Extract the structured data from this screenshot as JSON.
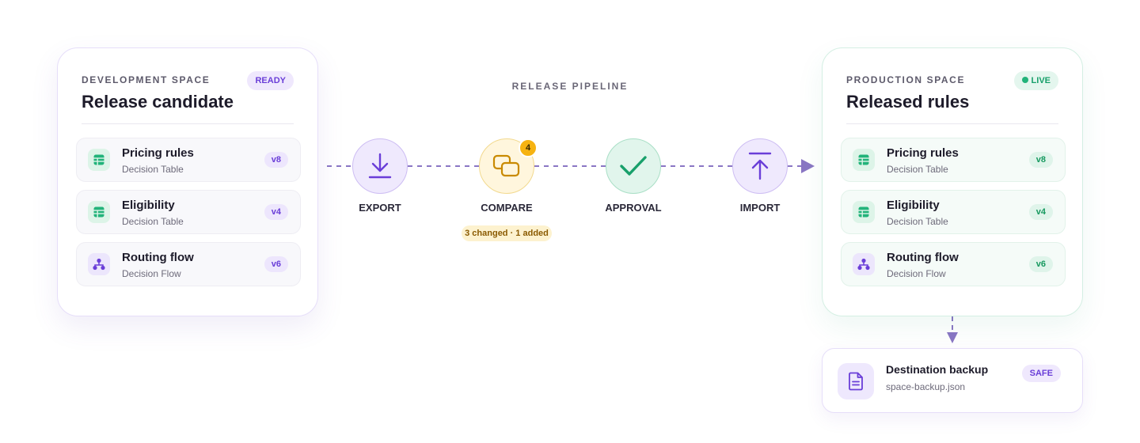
{
  "development_space": {
    "label": "DEVELOPMENT SPACE",
    "title": "Release candidate",
    "status": "READY",
    "rules": [
      {
        "name": "Pricing rules",
        "type": "Decision Table",
        "version": "v8",
        "icon": "table-icon"
      },
      {
        "name": "Eligibility",
        "type": "Decision Table",
        "version": "v4",
        "icon": "table-icon"
      },
      {
        "name": "Routing flow",
        "type": "Decision Flow",
        "version": "v6",
        "icon": "flow-icon"
      }
    ]
  },
  "pipeline": {
    "title": "RELEASE PIPELINE",
    "steps": [
      {
        "label": "EXPORT",
        "icon": "download-icon"
      },
      {
        "label": "COMPARE",
        "icon": "compare-icon",
        "badge": "4",
        "summary": "3 changed · 1 added"
      },
      {
        "label": "APPROVAL",
        "icon": "check-icon"
      },
      {
        "label": "IMPORT",
        "icon": "upload-icon"
      }
    ]
  },
  "production_space": {
    "label": "PRODUCTION SPACE",
    "title": "Released rules",
    "status": "LIVE",
    "rules": [
      {
        "name": "Pricing rules",
        "type": "Decision Table",
        "version": "v8",
        "icon": "table-icon"
      },
      {
        "name": "Eligibility",
        "type": "Decision Table",
        "version": "v4",
        "icon": "table-icon"
      },
      {
        "name": "Routing flow",
        "type": "Decision Flow",
        "version": "v6",
        "icon": "flow-icon"
      }
    ]
  },
  "backup": {
    "title": "Destination backup",
    "filename": "space-backup.json",
    "status": "SAFE",
    "icon": "document-icon"
  },
  "colors": {
    "accent_purple": "#6a3ed8",
    "accent_green": "#18a06b",
    "accent_amber": "#f6b312",
    "connector": "#8a76c4"
  }
}
